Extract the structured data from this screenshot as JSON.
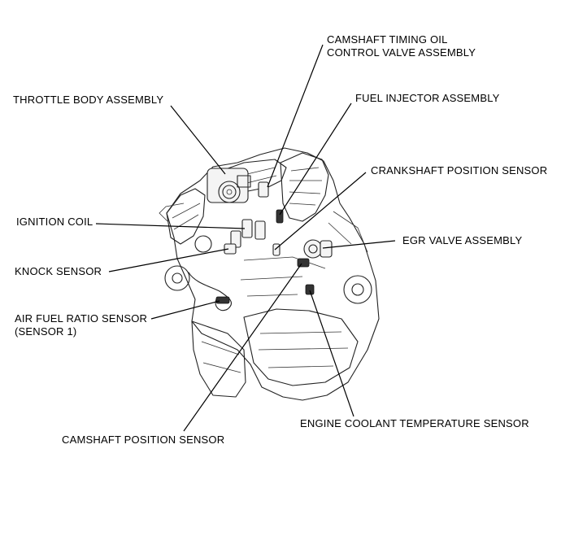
{
  "labels": {
    "camshaft_timing_line1": "CAMSHAFT TIMING OIL",
    "camshaft_timing_line2": "CONTROL VALVE ASSEMBLY",
    "throttle_body": "THROTTLE BODY ASSEMBLY",
    "fuel_injector": "FUEL INJECTOR ASSEMBLY",
    "crankshaft_position": "CRANKSHAFT POSITION SENSOR",
    "ignition_coil": "IGNITION COIL",
    "egr_valve": "EGR VALVE ASSEMBLY",
    "knock_sensor": "KNOCK SENSOR",
    "air_fuel_line1": "AIR FUEL RATIO SENSOR",
    "air_fuel_line2": "(SENSOR 1)",
    "engine_coolant": "ENGINE COOLANT TEMPERATURE SENSOR",
    "camshaft_position": "CAMSHAFT POSITION SENSOR"
  }
}
